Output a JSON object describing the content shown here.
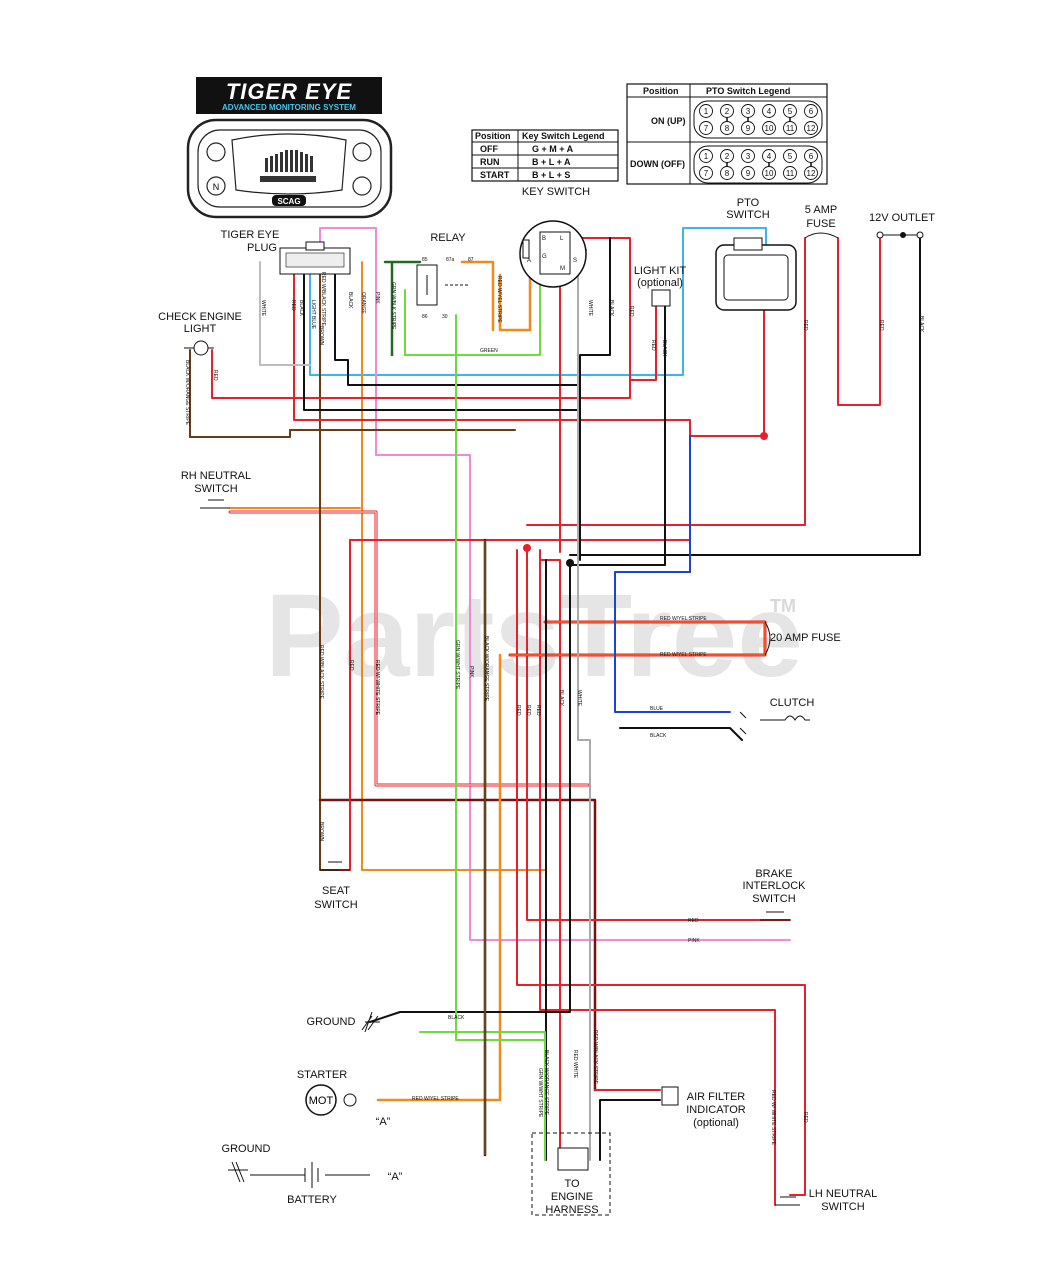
{
  "brand": {
    "name": "TIGER EYE",
    "tagline": "ADVANCED MONITORING SYSTEM",
    "display_logo": "SCAG"
  },
  "key_switch_legend": {
    "headers": [
      "Position",
      "Key Switch Legend"
    ],
    "rows": [
      [
        "OFF",
        "G + M + A"
      ],
      [
        "RUN",
        "B + L + A"
      ],
      [
        "START",
        "B + L + S"
      ]
    ]
  },
  "pto_switch_legend": {
    "headers": [
      "Position",
      "PTO Switch Legend"
    ],
    "rows": [
      {
        "position": "ON (UP)",
        "top": [
          "1",
          "2",
          "3",
          "4",
          "5",
          "6"
        ],
        "bottom": [
          "7",
          "8",
          "9",
          "10",
          "11",
          "12"
        ]
      },
      {
        "position": "DOWN (OFF)",
        "top": [
          "1",
          "2",
          "3",
          "4",
          "5",
          "6"
        ],
        "bottom": [
          "7",
          "8",
          "9",
          "10",
          "11",
          "12"
        ]
      }
    ]
  },
  "labels": {
    "key_switch": "KEY SWITCH",
    "pto_switch": "PTO\nSWITCH",
    "five_amp_fuse": "5 AMP\nFUSE",
    "outlet": "12V OUTLET",
    "tiger_eye_plug": "TIGER EYE\nPLUG",
    "relay": "RELAY",
    "light_kit": "LIGHT KIT\n(optional)",
    "check_engine": "CHECK ENGINE\nLIGHT",
    "rh_neutral": "RH NEUTRAL\nSWITCH",
    "twenty_amp_fuse": "20 AMP FUSE",
    "clutch": "CLUTCH",
    "brake_interlock": "BRAKE\nINTERLOCK\nSWITCH",
    "seat_switch": "SEAT\nSWITCH",
    "ground1": "GROUND",
    "starter": "STARTER",
    "a_ref": "“A”",
    "ground2": "GROUND",
    "battery": "BATTERY",
    "a_ref2": "“A”",
    "to_engine_harness": "TO\nENGINE\nHARNESS",
    "air_filter": "AIR FILTER\nINDICATOR\n(optional)",
    "lh_neutral": "LH NEUTRAL\nSWITCH",
    "mot": "MOT",
    "relay_pins": [
      "85",
      "87a",
      "87",
      "86",
      "30"
    ],
    "key_terminals": [
      "B",
      "A",
      "S",
      "G",
      "M",
      "L"
    ]
  },
  "wire_labels": {
    "white": "WHITE",
    "red": "RED",
    "black": "BLACK",
    "light_blue": "LIGHT BLUE",
    "red_black_stripe": "RED W/BLACK STRIPE",
    "brown": "BROWN",
    "orange": "ORANGE",
    "pink": "PINK",
    "grn_wblk_stripe": "GRN W/BLK STRIPE",
    "red_wyel_stripe": "RED W/YEL STRIPE",
    "green": "GREEN",
    "black_worange_stripe": "BLACK W/ORANGE STRIPE",
    "red_wwhite_stripe": "RED W/ WHITE STRIPE",
    "grn_wwht_stripe": "GRN W/WHT STRIPE",
    "blue": "BLUE"
  },
  "watermark": {
    "text": "PartsTree",
    "mark": "TM"
  },
  "colors": {
    "red": "#e8202a",
    "black": "#111111",
    "white_wire": "#bdbdbd",
    "light_blue": "#3fb4e6",
    "brown": "#6b3a14",
    "orange": "#f08a1c",
    "pink": "#f08ad8",
    "green": "#6cdc3c",
    "blue": "#1a44d8",
    "grn_blk_stripe": "#1f6b1f"
  }
}
